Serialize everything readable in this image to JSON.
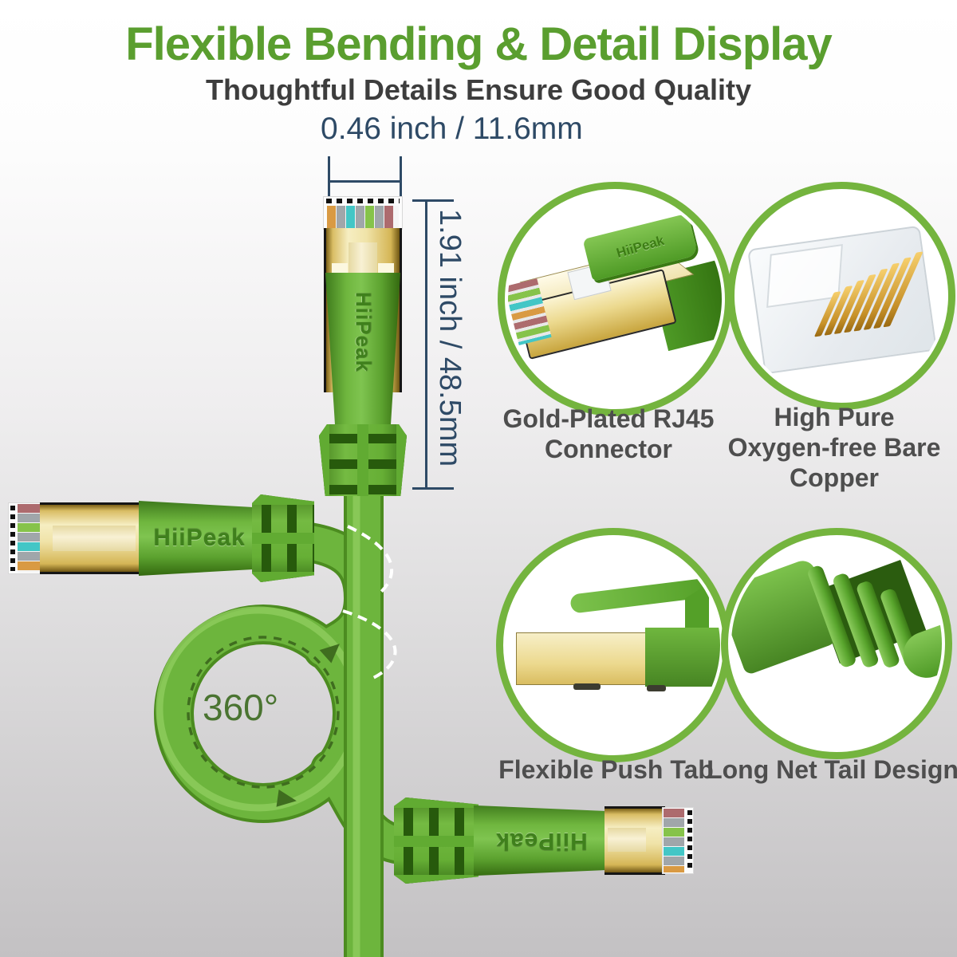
{
  "header": {
    "title": "Flexible Bending & Detail Display",
    "subtitle": "Thoughtful Details Ensure Good Quality"
  },
  "dimensions": {
    "width_label": "0.46 inch / 11.6mm",
    "length_label": "1.91 inch / 48.5mm"
  },
  "rotation_label": "360°",
  "brand": "HiiPeak",
  "features": [
    {
      "icon": "gold-rj45-connector-photo",
      "lines": [
        "Gold-Plated RJ45",
        "Connector"
      ]
    },
    {
      "icon": "oxygen-free-copper-pins-photo",
      "lines": [
        "High Pure",
        "Oxygen-free Bare",
        "Copper"
      ]
    },
    {
      "icon": "flexible-push-tab-photo",
      "lines": [
        "Flexible Push Tab"
      ]
    },
    {
      "icon": "long-net-tail-photo",
      "lines": [
        "Long Net Tail Design"
      ]
    }
  ],
  "colors": {
    "title_green": "#5a9e2f",
    "dimension_blue": "#2e4a66",
    "label_gray": "#4e4e4e",
    "cable_green": "#6db53d",
    "cable_green_dark": "#4c8c20",
    "ring_green": "#74b43e",
    "rotation_arrow_green": "#3f6d1f",
    "gold": "#e9d381",
    "background_top": "#ffffff",
    "background_bottom": "#c2c0c2"
  }
}
